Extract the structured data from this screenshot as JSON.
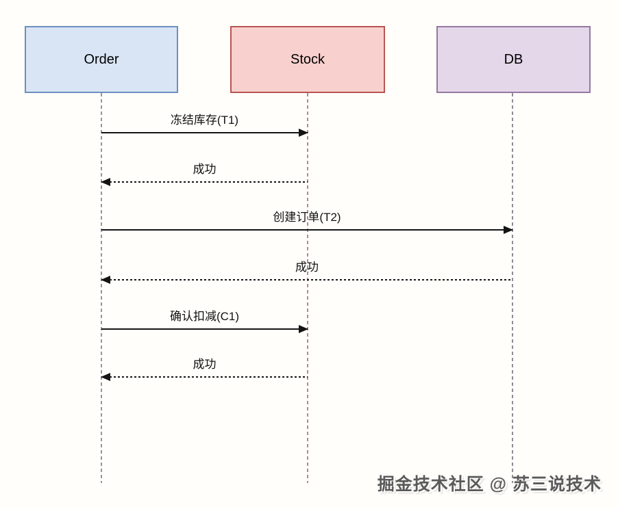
{
  "diagram": {
    "type": "sequence-diagram",
    "actors": [
      {
        "name": "Order",
        "fill": "#d9e5f5",
        "stroke": "#6c8ebf",
        "lifeline_color": "#8a99ad"
      },
      {
        "name": "Stock",
        "fill": "#f8d1cf",
        "stroke": "#b85450",
        "lifeline_color": "#b5898b"
      },
      {
        "name": "DB",
        "fill": "#e4d7e9",
        "stroke": "#9379a2",
        "lifeline_color": "#8f8c96"
      }
    ],
    "messages": [
      {
        "label": "冻结库存(T1)",
        "from": "Order",
        "to": "Stock",
        "line": "solid",
        "direction": "right"
      },
      {
        "label": "成功",
        "from": "Stock",
        "to": "Order",
        "line": "dotted",
        "direction": "left"
      },
      {
        "label": "创建订单(T2)",
        "from": "Order",
        "to": "DB",
        "line": "solid",
        "direction": "right"
      },
      {
        "label": "成功",
        "from": "DB",
        "to": "Order",
        "line": "dotted",
        "direction": "left"
      },
      {
        "label": "确认扣减(C1)",
        "from": "Order",
        "to": "Stock",
        "line": "solid",
        "direction": "right"
      },
      {
        "label": "成功",
        "from": "Stock",
        "to": "Order",
        "line": "dotted",
        "direction": "left"
      }
    ],
    "arrow_color": "#141414",
    "watermark": "掘金技术社区 @ 苏三说技术"
  }
}
